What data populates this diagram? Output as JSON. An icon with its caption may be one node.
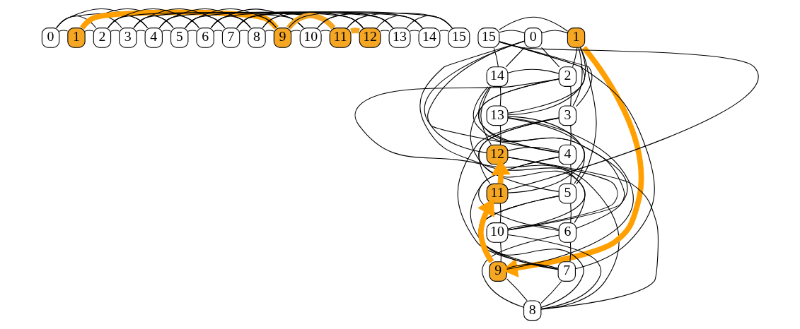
{
  "diagram": {
    "nodes": [
      {
        "text": [
          "0"
        ]
      },
      {
        "text": [
          "1"
        ]
      },
      {
        "text": [
          "2"
        ]
      },
      {
        "text": [
          "3"
        ]
      },
      {
        "text": [
          "4"
        ]
      },
      {
        "text": [
          "5"
        ]
      },
      {
        "text": [
          "6"
        ]
      },
      {
        "text": [
          "7"
        ]
      },
      {
        "text": [
          "8"
        ]
      },
      {
        "text": [
          "9"
        ]
      },
      {
        "text": [
          "10"
        ]
      },
      {
        "text": [
          "11"
        ]
      },
      {
        "text": [
          "12"
        ]
      },
      {
        "text": [
          "13"
        ]
      },
      {
        "text": [
          "14"
        ]
      },
      {
        "text": [
          "15"
        ]
      },
      {
        "text": [
          "0"
        ]
      },
      {
        "text": [
          "1"
        ]
      },
      {
        "text": [
          "2"
        ]
      },
      {
        "text": [
          "3"
        ]
      },
      {
        "text": [
          "4"
        ]
      },
      {
        "text": [
          "5"
        ]
      },
      {
        "text": [
          "6"
        ]
      },
      {
        "text": [
          "7"
        ]
      },
      {
        "text": [
          "8"
        ]
      },
      {
        "text": [
          "9"
        ]
      },
      {
        "text": [
          "10"
        ]
      },
      {
        "text": [
          "11"
        ]
      },
      {
        "text": [
          "12"
        ]
      },
      {
        "text": [
          "13"
        ]
      },
      {
        "text": [
          "14"
        ]
      },
      {
        "text": [
          "15"
        ]
      }
    ],
    "edges": [
      {
        "from": 0,
        "to": 1,
        "arrow": "none"
      },
      {
        "from": 1,
        "to": 2,
        "arrow": "none"
      },
      {
        "from": 2,
        "to": 3,
        "arrow": "none"
      },
      {
        "from": 3,
        "to": 4,
        "arrow": "none"
      },
      {
        "from": 4,
        "to": 5,
        "arrow": "none"
      },
      {
        "from": 5,
        "to": 6,
        "arrow": "none"
      },
      {
        "from": 6,
        "to": 7,
        "arrow": "none"
      },
      {
        "from": 7,
        "to": 8,
        "arrow": "none"
      },
      {
        "from": 8,
        "to": 9,
        "arrow": "none"
      },
      {
        "from": 9,
        "to": 10,
        "arrow": "none"
      },
      {
        "from": 10,
        "to": 11,
        "arrow": "none"
      },
      {
        "from": 11,
        "to": 12,
        "arrow": "none",
        "style": "thick",
        "color": "#f5a623"
      },
      {
        "from": 12,
        "to": 13,
        "arrow": "none"
      },
      {
        "from": 13,
        "to": 14,
        "arrow": "none"
      },
      {
        "from": 14,
        "to": 15,
        "arrow": "none"
      },
      {
        "from": 0,
        "to": 2,
        "arrow": "none"
      },
      {
        "from": 1,
        "to": 3,
        "arrow": "none"
      },
      {
        "from": 2,
        "to": 4,
        "arrow": "none"
      },
      {
        "from": 3,
        "to": 5,
        "arrow": "none"
      },
      {
        "from": 4,
        "to": 6,
        "arrow": "none"
      },
      {
        "from": 5,
        "to": 7,
        "arrow": "none"
      },
      {
        "from": 6,
        "to": 8,
        "arrow": "none"
      },
      {
        "from": 7,
        "to": 9,
        "arrow": "none"
      },
      {
        "from": 8,
        "to": 10,
        "arrow": "none"
      },
      {
        "from": 9,
        "to": 11,
        "arrow": "none",
        "style": "thick",
        "color": "#f5a623"
      },
      {
        "from": 10,
        "to": 12,
        "arrow": "none"
      },
      {
        "from": 11,
        "to": 13,
        "arrow": "none"
      },
      {
        "from": 12,
        "to": 14,
        "arrow": "none"
      },
      {
        "from": 13,
        "to": 15,
        "arrow": "none"
      },
      {
        "from": 0,
        "to": 4,
        "arrow": "none"
      },
      {
        "from": 1,
        "to": 5,
        "arrow": "none"
      },
      {
        "from": 2,
        "to": 6,
        "arrow": "none"
      },
      {
        "from": 3,
        "to": 7,
        "arrow": "none"
      },
      {
        "from": 4,
        "to": 8,
        "arrow": "none"
      },
      {
        "from": 5,
        "to": 9,
        "arrow": "none"
      },
      {
        "from": 6,
        "to": 10,
        "arrow": "none"
      },
      {
        "from": 7,
        "to": 11,
        "arrow": "none"
      },
      {
        "from": 8,
        "to": 12,
        "arrow": "none"
      },
      {
        "from": 9,
        "to": 13,
        "arrow": "none"
      },
      {
        "from": 10,
        "to": 14,
        "arrow": "none"
      },
      {
        "from": 11,
        "to": 15,
        "arrow": "none"
      },
      {
        "from": 0,
        "to": 8,
        "arrow": "none"
      },
      {
        "from": 1,
        "to": 9,
        "arrow": "none",
        "style": "thick",
        "color": "#ffa000"
      },
      {
        "from": 2,
        "to": 10,
        "arrow": "none"
      },
      {
        "from": 3,
        "to": 11,
        "arrow": "none"
      },
      {
        "from": 4,
        "to": 12,
        "arrow": "none"
      },
      {
        "from": 5,
        "to": 13,
        "arrow": "none"
      },
      {
        "from": 6,
        "to": 14,
        "arrow": "none"
      },
      {
        "from": 7,
        "to": 15,
        "arrow": "none"
      },
      {
        "from": 16,
        "to": 17,
        "arrow": "none"
      },
      {
        "from": 17,
        "to": 18,
        "arrow": "none"
      },
      {
        "from": 18,
        "to": 19,
        "arrow": "none"
      },
      {
        "from": 19,
        "to": 20,
        "arrow": "none"
      },
      {
        "from": 20,
        "to": 21,
        "arrow": "none"
      },
      {
        "from": 21,
        "to": 22,
        "arrow": "none"
      },
      {
        "from": 22,
        "to": 23,
        "arrow": "none"
      },
      {
        "from": 23,
        "to": 24,
        "arrow": "none"
      },
      {
        "from": 24,
        "to": 25,
        "arrow": "none"
      },
      {
        "from": 25,
        "to": 26,
        "arrow": "none"
      },
      {
        "from": 26,
        "to": 27,
        "arrow": "none"
      },
      {
        "from": 27,
        "to": 28,
        "arrow": "to",
        "style": "thick",
        "color": "#ffa000"
      },
      {
        "from": 28,
        "to": 29,
        "arrow": "none"
      },
      {
        "from": 29,
        "to": 30,
        "arrow": "none"
      },
      {
        "from": 30,
        "to": 31,
        "arrow": "none"
      },
      {
        "from": 31,
        "to": 16,
        "arrow": "none"
      },
      {
        "from": 16,
        "to": 18,
        "arrow": "none"
      },
      {
        "from": 17,
        "to": 19,
        "arrow": "none"
      },
      {
        "from": 18,
        "to": 20,
        "arrow": "none"
      },
      {
        "from": 19,
        "to": 21,
        "arrow": "none"
      },
      {
        "from": 20,
        "to": 22,
        "arrow": "none"
      },
      {
        "from": 21,
        "to": 23,
        "arrow": "none"
      },
      {
        "from": 22,
        "to": 24,
        "arrow": "none"
      },
      {
        "from": 23,
        "to": 25,
        "arrow": "none"
      },
      {
        "from": 24,
        "to": 26,
        "arrow": "none"
      },
      {
        "from": 25,
        "to": 27,
        "arrow": "to",
        "style": "thick",
        "color": "#ffa000"
      },
      {
        "from": 26,
        "to": 28,
        "arrow": "none"
      },
      {
        "from": 27,
        "to": 29,
        "arrow": "none"
      },
      {
        "from": 28,
        "to": 30,
        "arrow": "none"
      },
      {
        "from": 29,
        "to": 31,
        "arrow": "none"
      },
      {
        "from": 30,
        "to": 16,
        "arrow": "none"
      },
      {
        "from": 31,
        "to": 17,
        "arrow": "none"
      },
      {
        "from": 16,
        "to": 20,
        "arrow": "none"
      },
      {
        "from": 17,
        "to": 21,
        "arrow": "none"
      },
      {
        "from": 18,
        "to": 22,
        "arrow": "none"
      },
      {
        "from": 19,
        "to": 23,
        "arrow": "none"
      },
      {
        "from": 20,
        "to": 24,
        "arrow": "none"
      },
      {
        "from": 21,
        "to": 25,
        "arrow": "none"
      },
      {
        "from": 22,
        "to": 26,
        "arrow": "none"
      },
      {
        "from": 23,
        "to": 27,
        "arrow": "none"
      },
      {
        "from": 24,
        "to": 28,
        "arrow": "none"
      },
      {
        "from": 25,
        "to": 29,
        "arrow": "none"
      },
      {
        "from": 26,
        "to": 30,
        "arrow": "none"
      },
      {
        "from": 27,
        "to": 31,
        "arrow": "none"
      },
      {
        "from": 28,
        "to": 16,
        "arrow": "none"
      },
      {
        "from": 29,
        "to": 17,
        "arrow": "none"
      },
      {
        "from": 30,
        "to": 18,
        "arrow": "none"
      },
      {
        "from": 31,
        "to": 19,
        "arrow": "none"
      },
      {
        "from": 16,
        "to": 24,
        "arrow": "none"
      },
      {
        "from": 17,
        "to": 25,
        "arrow": "to",
        "style": "thick",
        "color": "#ffa000"
      },
      {
        "from": 18,
        "to": 26,
        "arrow": "none"
      },
      {
        "from": 19,
        "to": 27,
        "arrow": "none"
      },
      {
        "from": 20,
        "to": 28,
        "arrow": "none"
      },
      {
        "from": 21,
        "to": 29,
        "arrow": "none"
      },
      {
        "from": 22,
        "to": 30,
        "arrow": "none"
      },
      {
        "from": 23,
        "to": 31,
        "arrow": "none"
      }
    ]
  }
}
